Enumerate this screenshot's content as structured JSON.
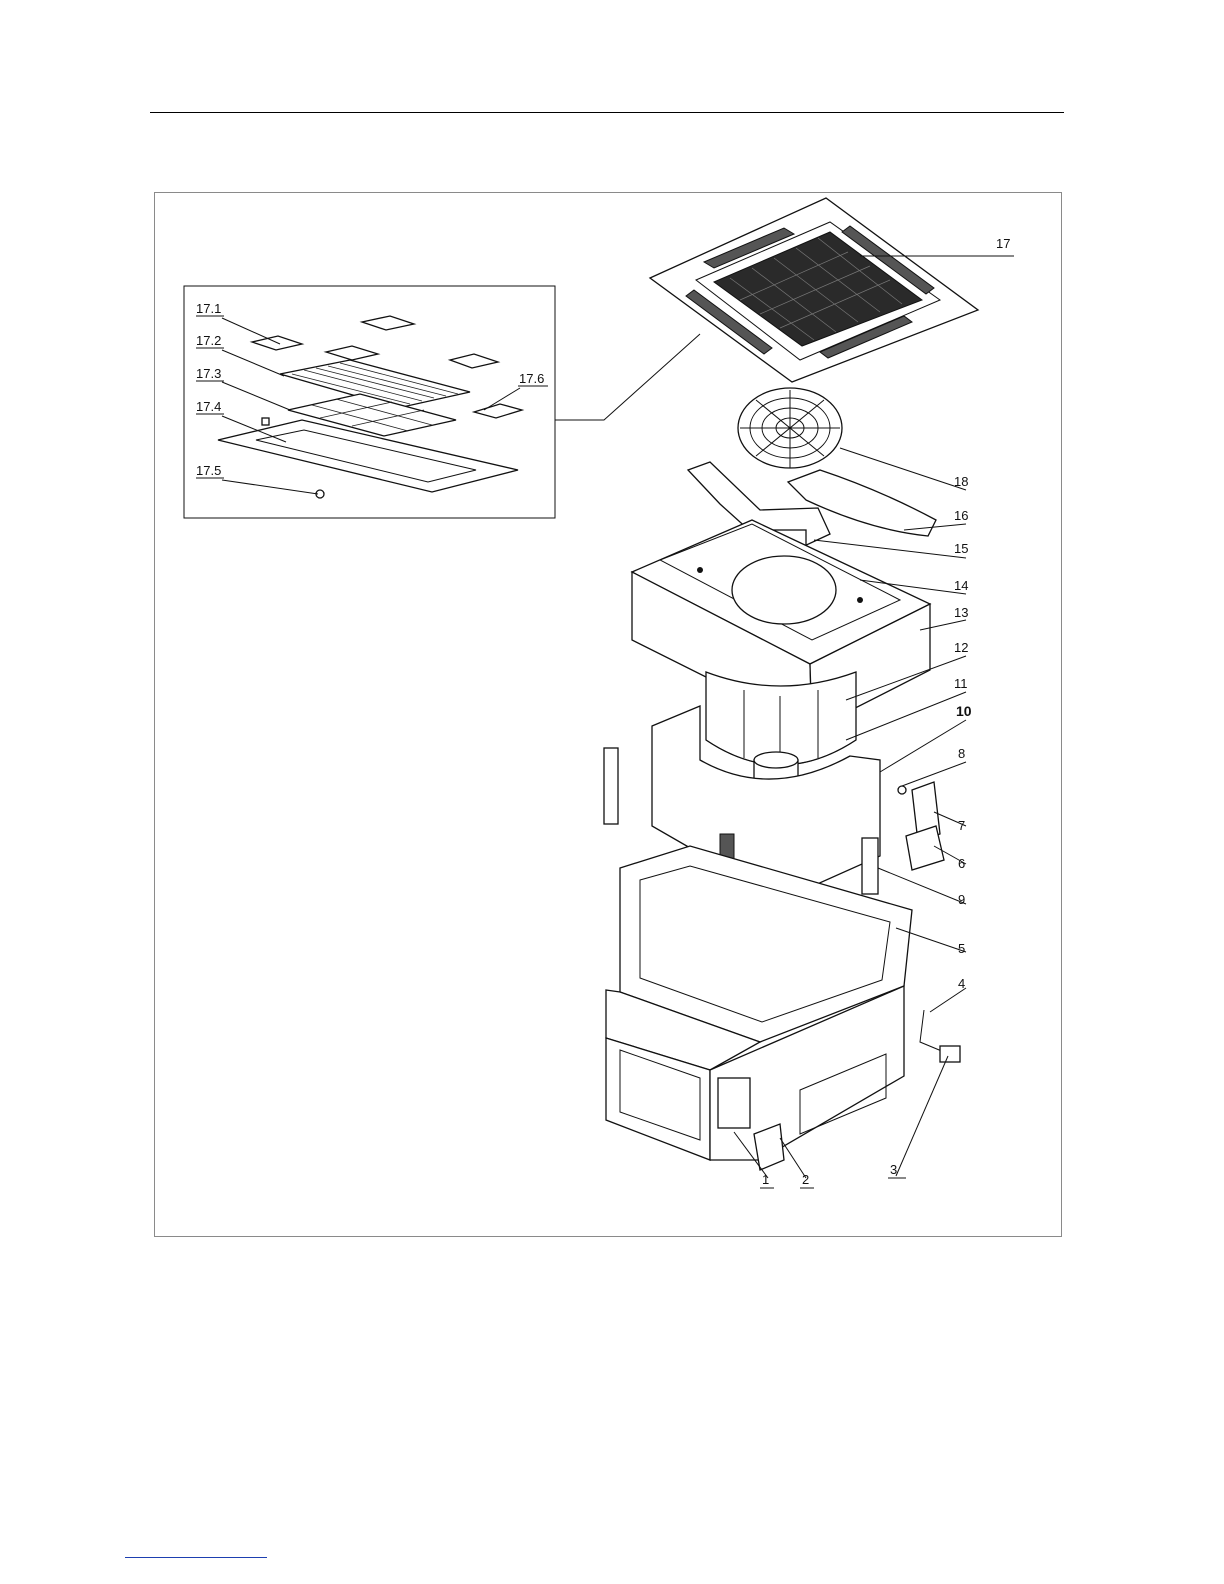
{
  "diagram": {
    "callouts": [
      {
        "id": "17.1",
        "label": "17.1"
      },
      {
        "id": "17.2",
        "label": "17.2"
      },
      {
        "id": "17.3",
        "label": "17.3"
      },
      {
        "id": "17.4",
        "label": "17.4"
      },
      {
        "id": "17.5",
        "label": "17.5"
      },
      {
        "id": "17.6",
        "label": "17.6"
      },
      {
        "id": "17",
        "label": "17"
      },
      {
        "id": "18",
        "label": "18"
      },
      {
        "id": "16",
        "label": "16"
      },
      {
        "id": "15",
        "label": "15"
      },
      {
        "id": "14",
        "label": "14"
      },
      {
        "id": "13",
        "label": "13"
      },
      {
        "id": "12",
        "label": "12"
      },
      {
        "id": "11",
        "label": "11"
      },
      {
        "id": "10",
        "label": "10"
      },
      {
        "id": "8",
        "label": "8"
      },
      {
        "id": "7",
        "label": "7"
      },
      {
        "id": "6",
        "label": "6"
      },
      {
        "id": "9",
        "label": "9"
      },
      {
        "id": "5",
        "label": "5"
      },
      {
        "id": "4",
        "label": "4"
      },
      {
        "id": "3",
        "label": "3"
      },
      {
        "id": "2",
        "label": "2"
      },
      {
        "id": "1",
        "label": "1"
      }
    ]
  }
}
